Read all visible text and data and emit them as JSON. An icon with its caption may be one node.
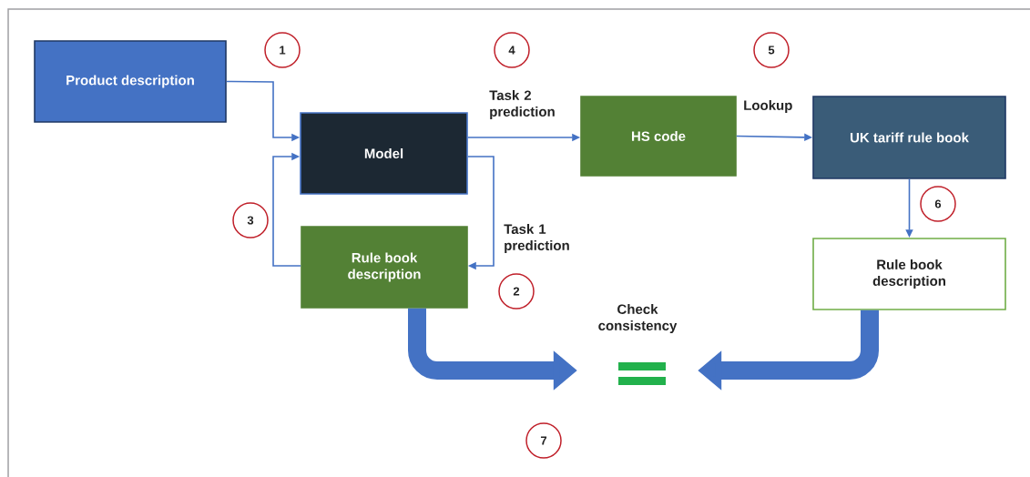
{
  "diagram": {
    "nodes": [
      {
        "text": [
          "Product description"
        ]
      },
      {
        "text": [
          "Model"
        ]
      },
      {
        "text": [
          "HS code"
        ]
      },
      {
        "text": [
          "UK tariff rule book"
        ]
      },
      {
        "text": [
          "Rule book description"
        ]
      },
      {
        "text": [
          "Rule book description"
        ]
      },
      {
        "text": [
          "Check consistency"
        ]
      }
    ],
    "edges": [
      {
        "from": 0,
        "to": 1,
        "arrow": "to"
      },
      {
        "from": 1,
        "to": 2,
        "arrow": "to",
        "label": "Task 2 prediction"
      },
      {
        "from": 2,
        "to": 3,
        "arrow": "to",
        "label": "Lookup"
      },
      {
        "from": 1,
        "to": 4,
        "arrow": "to",
        "label": "Task 1 prediction"
      },
      {
        "from": 4,
        "to": 1,
        "arrow": "to"
      },
      {
        "from": 3,
        "to": 5,
        "arrow": "to"
      },
      {
        "from": 4,
        "to": 6,
        "arrow": "to",
        "style": "thick"
      },
      {
        "from": 5,
        "to": 6,
        "arrow": "to",
        "style": "thick"
      }
    ],
    "labels": [
      "1",
      "4",
      "5",
      "3",
      "6",
      "2",
      "7"
    ]
  }
}
